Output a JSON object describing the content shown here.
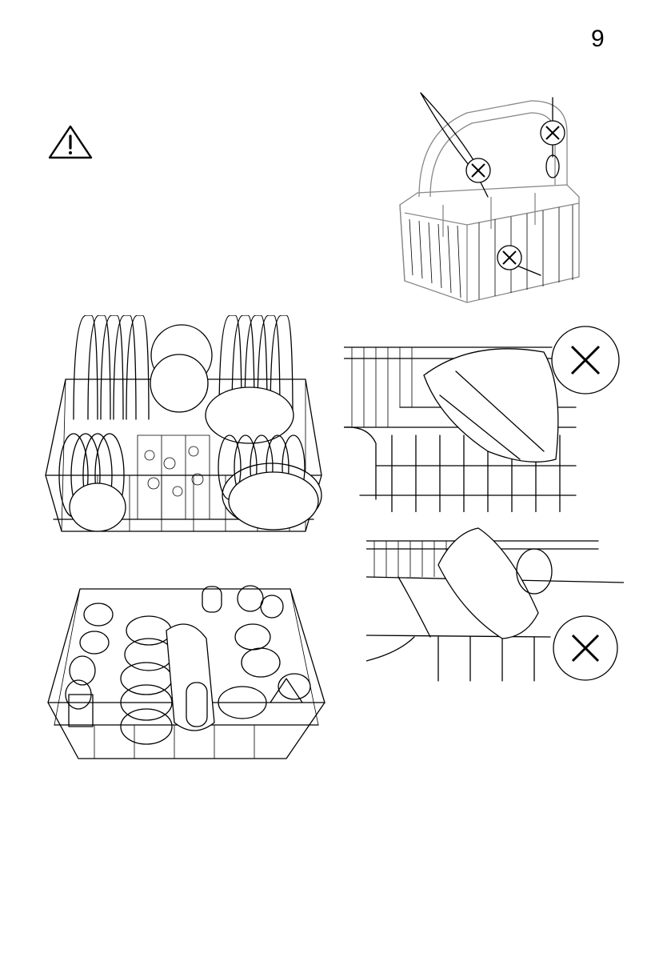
{
  "header": {
    "page_number": "9"
  },
  "icons": {
    "warning": "warning-triangle-icon",
    "prohibited": "prohibited-x-icon"
  },
  "figures": {
    "cutlery_basket": {
      "prohibited_marks": 3
    },
    "lower_basket": {},
    "upper_basket": {},
    "wrong_load_lower": {
      "prohibited_marks": 1
    },
    "wrong_load_upper": {
      "prohibited_marks": 1
    }
  }
}
